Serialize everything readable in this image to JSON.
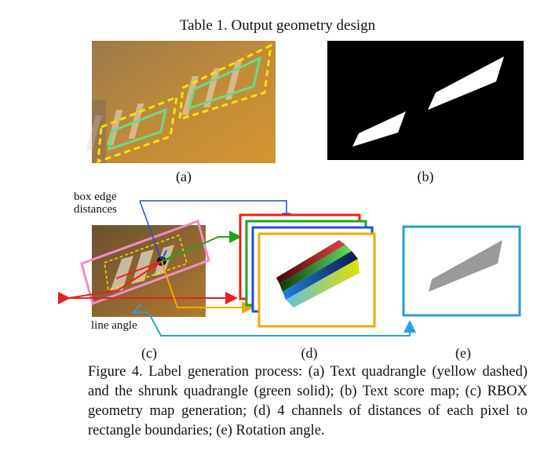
{
  "table_title": "Table 1. Output geometry design",
  "panels": {
    "a": "(a)",
    "b": "(b)",
    "c": "(c)",
    "d": "(d)",
    "e": "(e)"
  },
  "annotations": {
    "box_edge_line1": "box edge",
    "box_edge_line2": "distances",
    "line_angle": "line angle"
  },
  "caption": "Figure 4. Label generation process: (a) Text quadrangle (yellow dashed) and the shrunk quadrangle (green solid); (b) Text score map; (c) RBOX geometry map generation; (d) 4 channels of distances of each pixel to rectangle boundaries; (e) Rotation angle.",
  "colors": {
    "yellow_dashed": "#f5e400",
    "green_solid": "#66dd88",
    "red": "#e82020",
    "green": "#1aa81a",
    "blue": "#1f4fd8",
    "orange": "#f0a800",
    "pink": "#f08cc8",
    "light_blue": "#2aa0e0",
    "gray": "#9a9a9a"
  }
}
